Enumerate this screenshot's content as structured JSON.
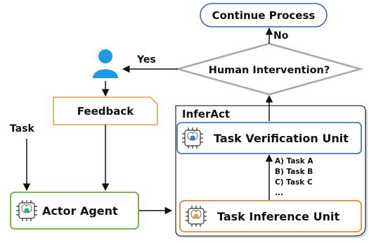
{
  "nodes": {
    "continue_process": "Continue Process",
    "human_intervention": "Human Intervention?",
    "feedback": "Feedback",
    "inferact": "InferAct",
    "task_verification": "Task Verification Unit",
    "task_inference": "Task Inference Unit",
    "actor_agent": "Actor Agent"
  },
  "edges": {
    "no": "No",
    "yes": "Yes",
    "task": "Task"
  },
  "task_list": [
    "A) Task A",
    "B) Task B",
    "C) Task C",
    "..."
  ],
  "icons": {
    "human": "person-icon",
    "agent": "brain-chip-icon"
  },
  "colors": {
    "continue_border": "#3b5fa8",
    "decision_border": "#a8a8a8",
    "feedback_border": "#d9a33a",
    "verification_border": "#4a78c0",
    "inference_border": "#e08a3c",
    "actor_border": "#6aaa3c",
    "person_fill": "#1e9be0"
  }
}
